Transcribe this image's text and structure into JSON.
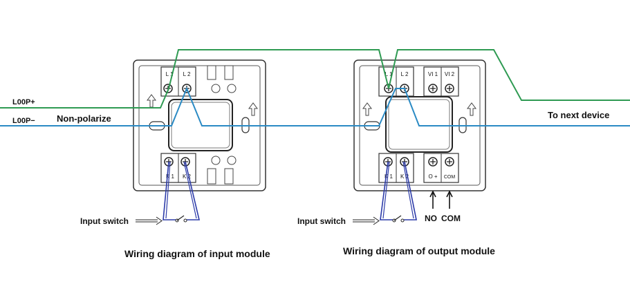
{
  "loop_plus_label": "L00P+",
  "loop_minus_label": "L00P−",
  "non_polarize_label": "Non-polarize",
  "to_next_device_label": "To next device",
  "input_switch_label": "Input switch",
  "no_label": "NO",
  "com_label": "COM",
  "input_module": {
    "caption": "Wiring diagram of input module",
    "top_terminals": [
      "L 1",
      "L 2"
    ],
    "bottom_terminals": [
      "K 1",
      "K 2"
    ]
  },
  "output_module": {
    "caption": "Wiring diagram of output module",
    "top_terminals": [
      "L 1",
      "L 2",
      "VI 1",
      "VI 2"
    ],
    "bottom_terminals": [
      "K 1",
      "K 2",
      "O +",
      "COM"
    ]
  },
  "colors": {
    "loop_plus_wire": "#2e9a52",
    "loop_minus_wire": "#2a8ac4",
    "switch_wire": "#2b3aa8",
    "outline": "#333333"
  }
}
